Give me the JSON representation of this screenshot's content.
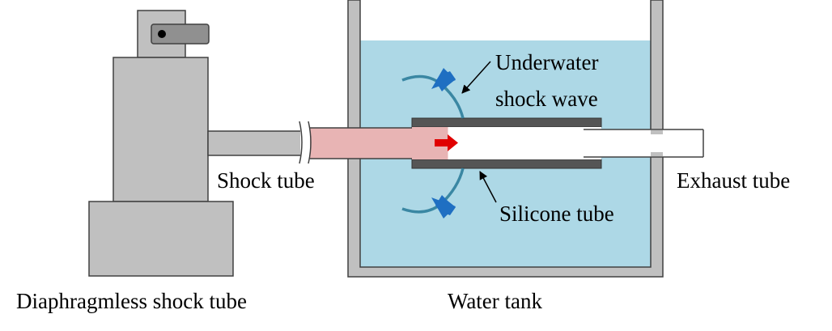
{
  "labels": {
    "underwater_line1": "Underwater",
    "underwater_line2": "shock wave",
    "shock_tube": "Shock tube",
    "exhaust_tube": "Exhaust tube",
    "silicone_tube": "Silicone tube",
    "diaphragmless": "Diaphragmless shock tube",
    "water_tank": "Water tank"
  },
  "colors": {
    "device_gray": "#c0c0c0",
    "outline": "#404040",
    "dark_gray": "#555555",
    "water": "#add8e6",
    "shock_gas": "#e8b4b4",
    "arrow_red": "#e00000",
    "wave_teal": "#3a87a3",
    "wave_arrow_blue": "#1f6fc2"
  },
  "icons": {
    "valve": "valve-icon",
    "flow_arrow": "arrow-right-icon",
    "wave_arrow": "arrow-icon"
  }
}
